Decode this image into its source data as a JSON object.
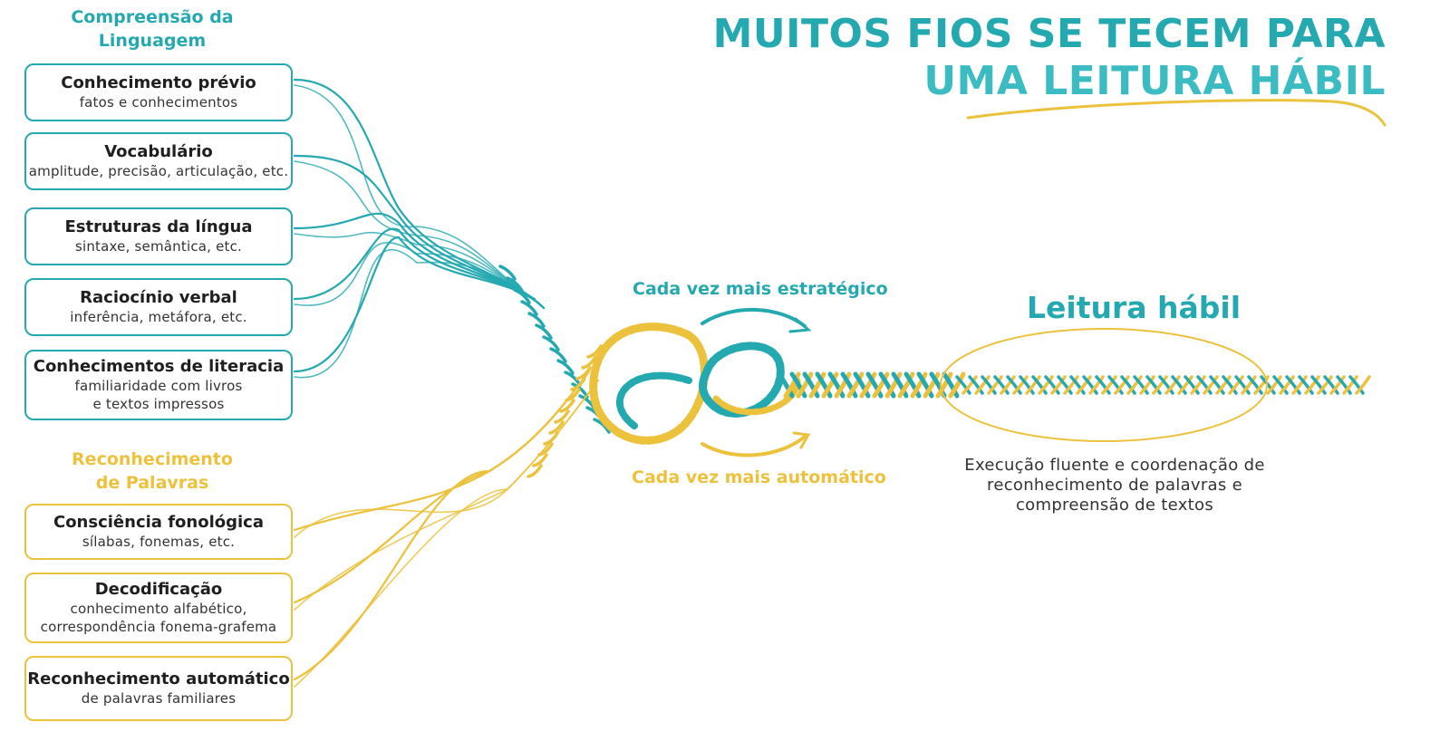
{
  "colors": {
    "teal": "#25a9b0",
    "gold": "#ecc23c",
    "text": "#1f1f1f"
  },
  "title": {
    "line1": "MUITOS FIOS SE TECEM PARA",
    "line2": "UMA LEITURA HÁBIL"
  },
  "comprehension": {
    "title": "Compreensão da\nLinguagem",
    "strands": [
      {
        "title": "Conhecimento prévio",
        "subtitle": "fatos e conhecimentos"
      },
      {
        "title": "Vocabulário",
        "subtitle": "amplitude, precisão, articulação, etc."
      },
      {
        "title": "Estruturas da língua",
        "subtitle": "sintaxe, semântica, etc."
      },
      {
        "title": "Raciocínio verbal",
        "subtitle": "inferência, metáfora, etc."
      },
      {
        "title": "Conhecimentos de literacia",
        "subtitle": "familiaridade com livros\ne textos impressos"
      }
    ]
  },
  "word_recognition": {
    "title": "Reconhecimento\nde Palavras",
    "strands": [
      {
        "title": "Consciência fonológica",
        "subtitle": "sílabas, fonemas, etc."
      },
      {
        "title": "Decodificação",
        "subtitle": "conhecimento alfabético,\ncorrespondência fonema-grafema"
      },
      {
        "title": "Reconhecimento automático",
        "subtitle": "de palavras familiares"
      }
    ]
  },
  "strategic_label": "Cada vez mais estratégico",
  "automatic_label": "Cada vez mais automático",
  "result": {
    "title": "Leitura hábil",
    "description": "Execução fluente e coordenação de\nreconhecimento de palavras e\ncompreensão de textos"
  }
}
